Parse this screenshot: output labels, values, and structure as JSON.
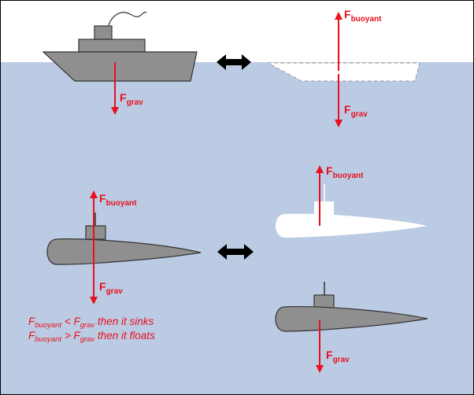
{
  "colors": {
    "sky": "#ffffff",
    "water": "#bccbe4",
    "hull": "#8f8f8f",
    "outline": "#222222",
    "force": "#e8101c",
    "displaced": "#ffffff"
  },
  "labels": {
    "force_symbol": "F",
    "buoyant_sub": "buoyant",
    "grav_sub": "grav"
  },
  "caption": {
    "line1_main": "F",
    "line1_sub1": "buoyant",
    "line1_mid": " < F",
    "line1_sub2": "grav",
    "line1_end": " then it sinks",
    "line2_main": "F",
    "line2_sub1": "buoyant",
    "line2_mid": " > F",
    "line2_sub2": "grav",
    "line2_end": " then it floats"
  },
  "icons": {
    "double_arrow": "double-arrow-icon"
  }
}
